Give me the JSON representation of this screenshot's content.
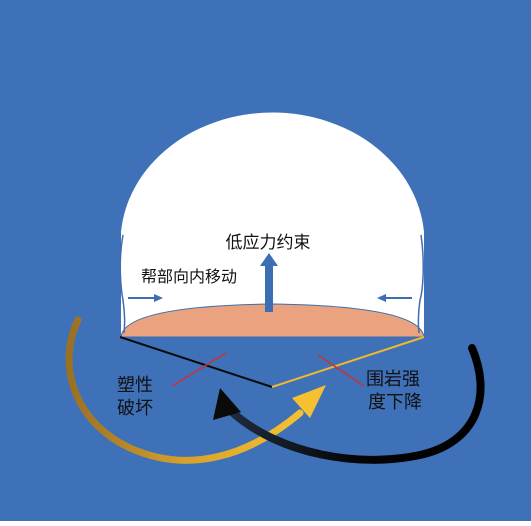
{
  "labels": {
    "low_stress": "低应力约束",
    "side_inward": "帮部向内移动",
    "plastic_line1": "塑性",
    "plastic_line2": "破坏",
    "strength_line1": "围岩强",
    "strength_line2": "度下降"
  },
  "colors": {
    "background": "#3f71b8",
    "tunnel": "#ffffff",
    "floor_heave": "#eba27e",
    "arrow_blue": "#3d6db2",
    "gold": "#f0b92c",
    "black": "#0a0a0a",
    "red": "#c8323c"
  }
}
